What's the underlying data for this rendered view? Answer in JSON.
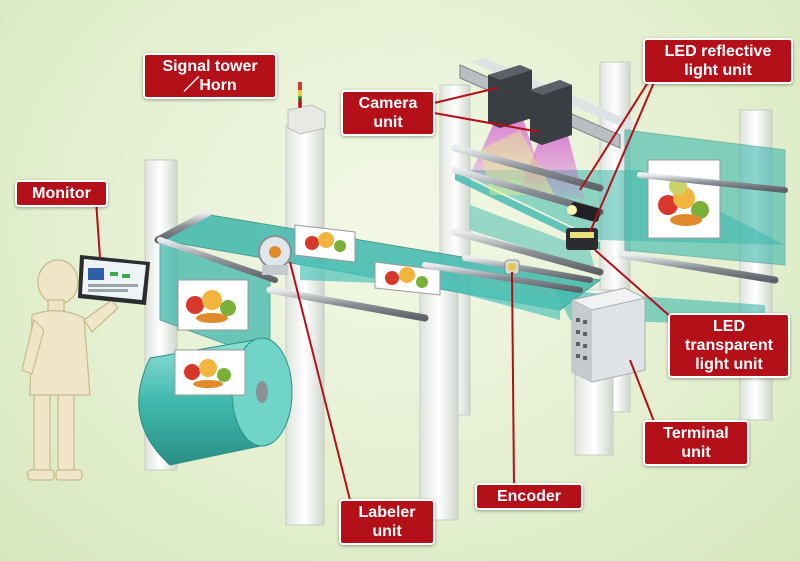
{
  "callouts": {
    "signal_tower": [
      "Signal tower",
      "／Horn"
    ],
    "camera": [
      "Camera",
      "unit"
    ],
    "led_reflective": [
      "LED reflective",
      "light unit"
    ],
    "monitor": [
      "Monitor"
    ],
    "led_transparent": [
      "LED",
      "transparent",
      "light unit"
    ],
    "terminal": [
      "Terminal",
      "unit"
    ],
    "labeler": [
      "Labeler",
      "unit"
    ],
    "encoder": [
      "Encoder"
    ]
  },
  "colors": {
    "callout_fill": "#b3101a",
    "callout_border": "#ffffff",
    "film": "#3fb8ad",
    "frame": "#f4f6f2",
    "roller": "#8a9096",
    "camera_body": "#3a3d42",
    "light_beam": "#d24bd0",
    "background": "#e3efcf"
  },
  "icons": [
    "signal-tower-icon",
    "camera-icon",
    "monitor-icon",
    "operator-figure",
    "terminal-box-icon",
    "labeler-icon",
    "encoder-icon"
  ]
}
